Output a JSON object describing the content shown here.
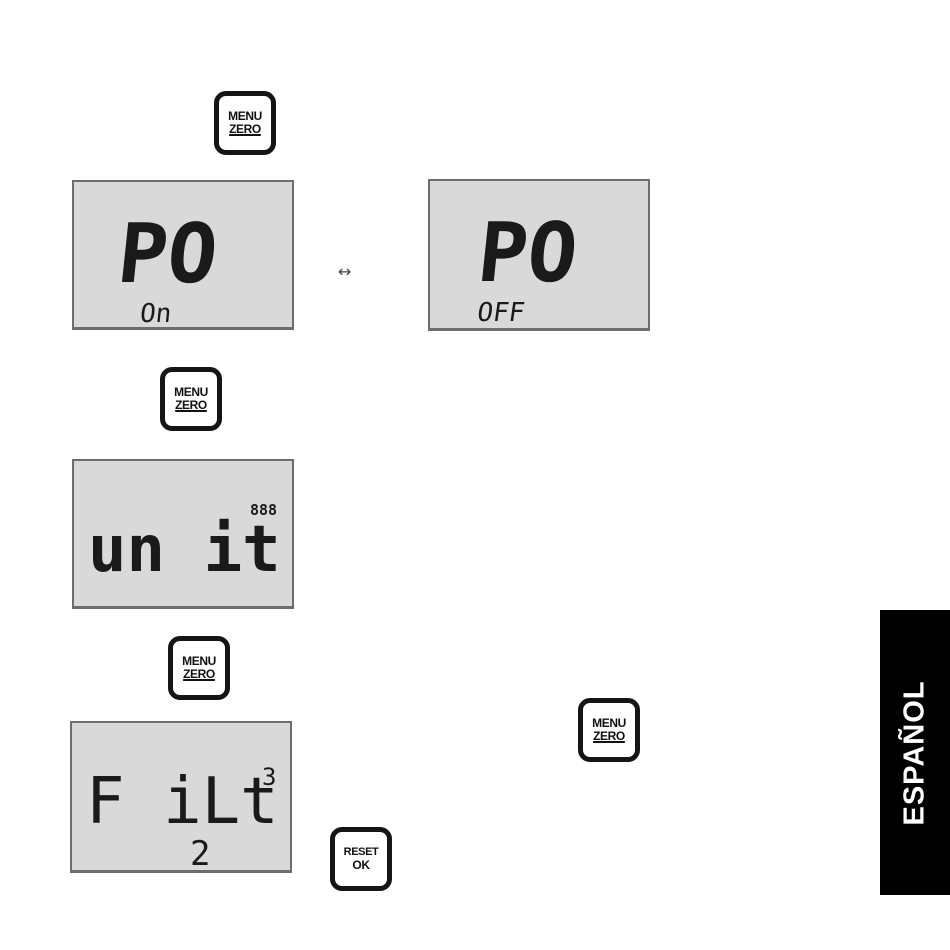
{
  "buttons": {
    "menu_zero": {
      "line1": "MENU",
      "line2": "ZERO"
    },
    "reset_ok": {
      "line1": "RESET",
      "line2": "OK"
    }
  },
  "displays": {
    "po_on": {
      "main": "PO",
      "sub": "On"
    },
    "po_off": {
      "main": "PO",
      "sub": "OFF"
    },
    "unit": {
      "main": "un it",
      "indicator": "888"
    },
    "filter": {
      "main": "F iLt",
      "sub": "2",
      "superscript": "3"
    }
  },
  "toggle_arrow": "↔",
  "side_tab": {
    "label": "ESPAÑOL"
  }
}
